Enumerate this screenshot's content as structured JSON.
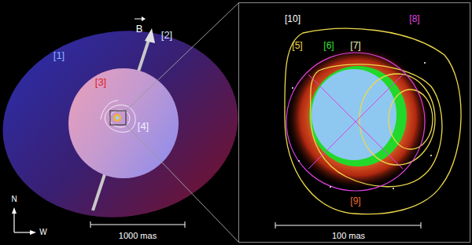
{
  "diagram": {
    "labels": [
      "[1]",
      "[2]",
      "[3]",
      "[4]",
      "B",
      "1000 mas",
      "N",
      "W",
      "[5]",
      "[6]",
      "[7]",
      "[8]",
      "[9]",
      "[10]",
      "100 mas"
    ]
  }
}
